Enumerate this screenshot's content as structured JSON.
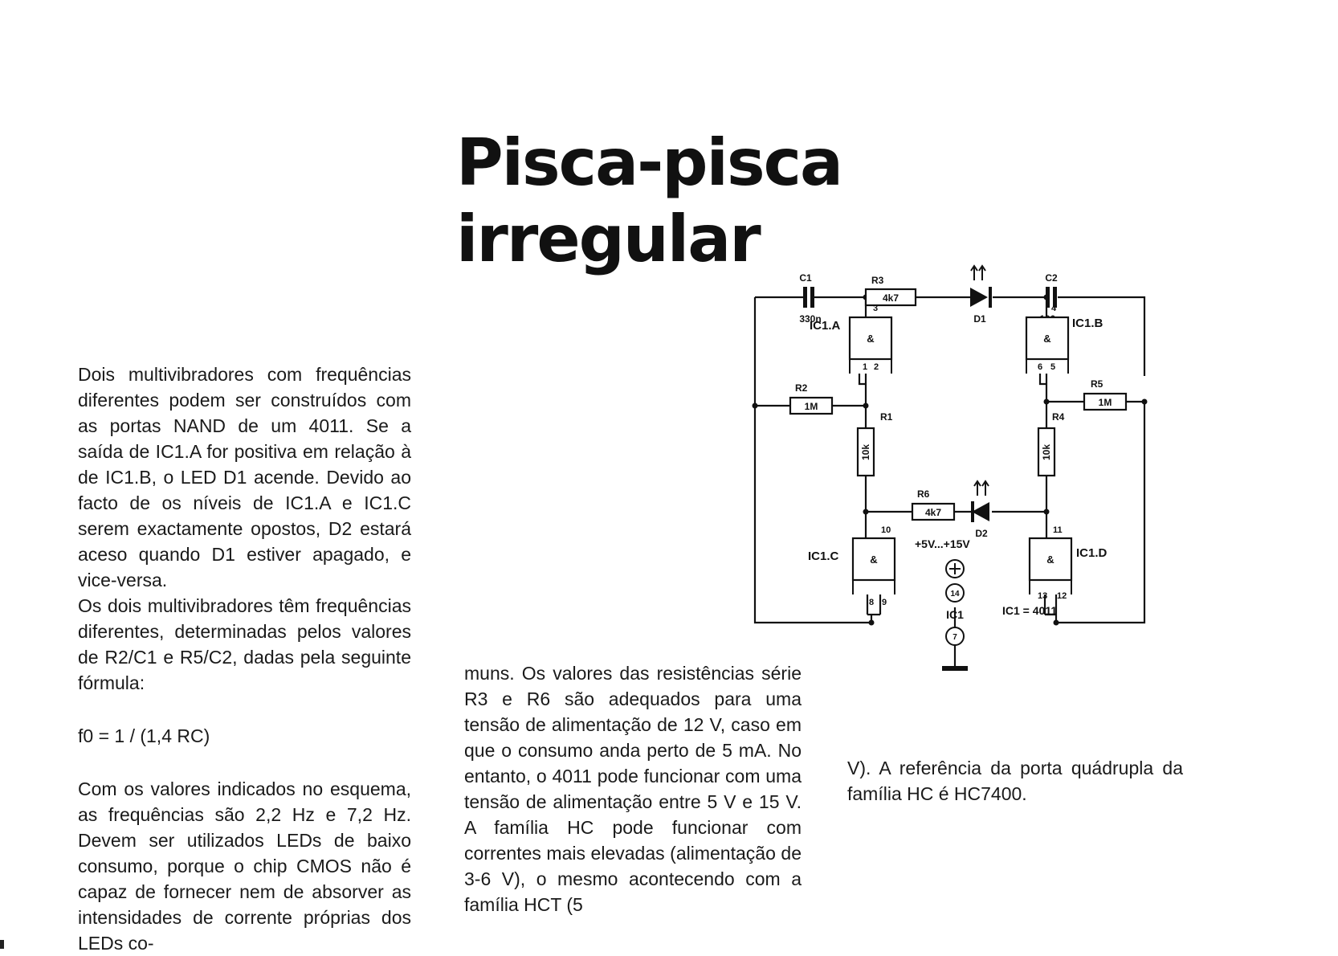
{
  "title": {
    "line1": "Pisca-pisca",
    "line2": "irregular"
  },
  "text": {
    "p1": "Dois multivibradores com frequências diferentes podem ser construídos com as portas NAND de um 4011. Se a saída de IC1.A for positiva em relação à de IC1.B, o LED D1 acende. Devido ao facto de os níveis de IC1.A e IC1.C serem exactamente opostos, D2 estará aceso quando D1 estiver apagado, e vice-versa.",
    "p2": "Os dois multivibradores têm frequências diferentes, determinadas pelos valores de R2/C1 e R5/C2, dadas pela seguinte fórmula:",
    "formula": "f0 = 1 / (1,4 RC)",
    "p3": "Com os valores indicados no esquema, as frequências são 2,2 Hz e 7,2 Hz. Devem ser utilizados LEDs de baixo consumo, porque o chip CMOS não é capaz de fornecer nem de absorver as intensidades de corrente próprias dos LEDs co-",
    "p4": "muns. Os valores das resistências série R3 e R6 são adequados para uma tensão de alimentação de 12 V, caso em que o consumo anda perto de 5 mA. No entanto, o 4011 pode funcionar com uma tensão de alimentação entre 5 V e 15 V. A família HC pode funcionar com correntes mais elevadas (alimentação de 3-6 V), o mesmo acontecendo com a família HCT (5",
    "p5": "V). A referência da porta quádrupla da família HC é HC7400."
  },
  "schematic": {
    "C1": "C1",
    "C1_value": "330n",
    "C2": "C2",
    "C2_value": "100n",
    "R1": "R1",
    "R1_value": "10k",
    "R2": "R2",
    "R2_value": "1M",
    "R3": "R3",
    "R3_value": "4k7",
    "R4": "R4",
    "R4_value": "10k",
    "R5": "R5",
    "R5_value": "1M",
    "R6": "R6",
    "R6_value": "4k7",
    "D1": "D1",
    "D2": "D2",
    "gate_A": "IC1.A",
    "gate_B": "IC1.B",
    "gate_C": "IC1.C",
    "gate_D": "IC1.D",
    "gate_symbol": "&",
    "pins": {
      "a_out": "3",
      "a_in1": "1",
      "a_in2": "2",
      "b_out": "4",
      "b_in1": "6",
      "b_in2": "5",
      "c_out": "10",
      "c_in1": "8",
      "c_in2": "9",
      "d_out": "11",
      "d_in1": "13",
      "d_in2": "12",
      "vcc": "14",
      "gnd": "7"
    },
    "supply": "+5V...+15V",
    "ic_label": "IC1",
    "ic_type": "IC1 = 4011"
  }
}
